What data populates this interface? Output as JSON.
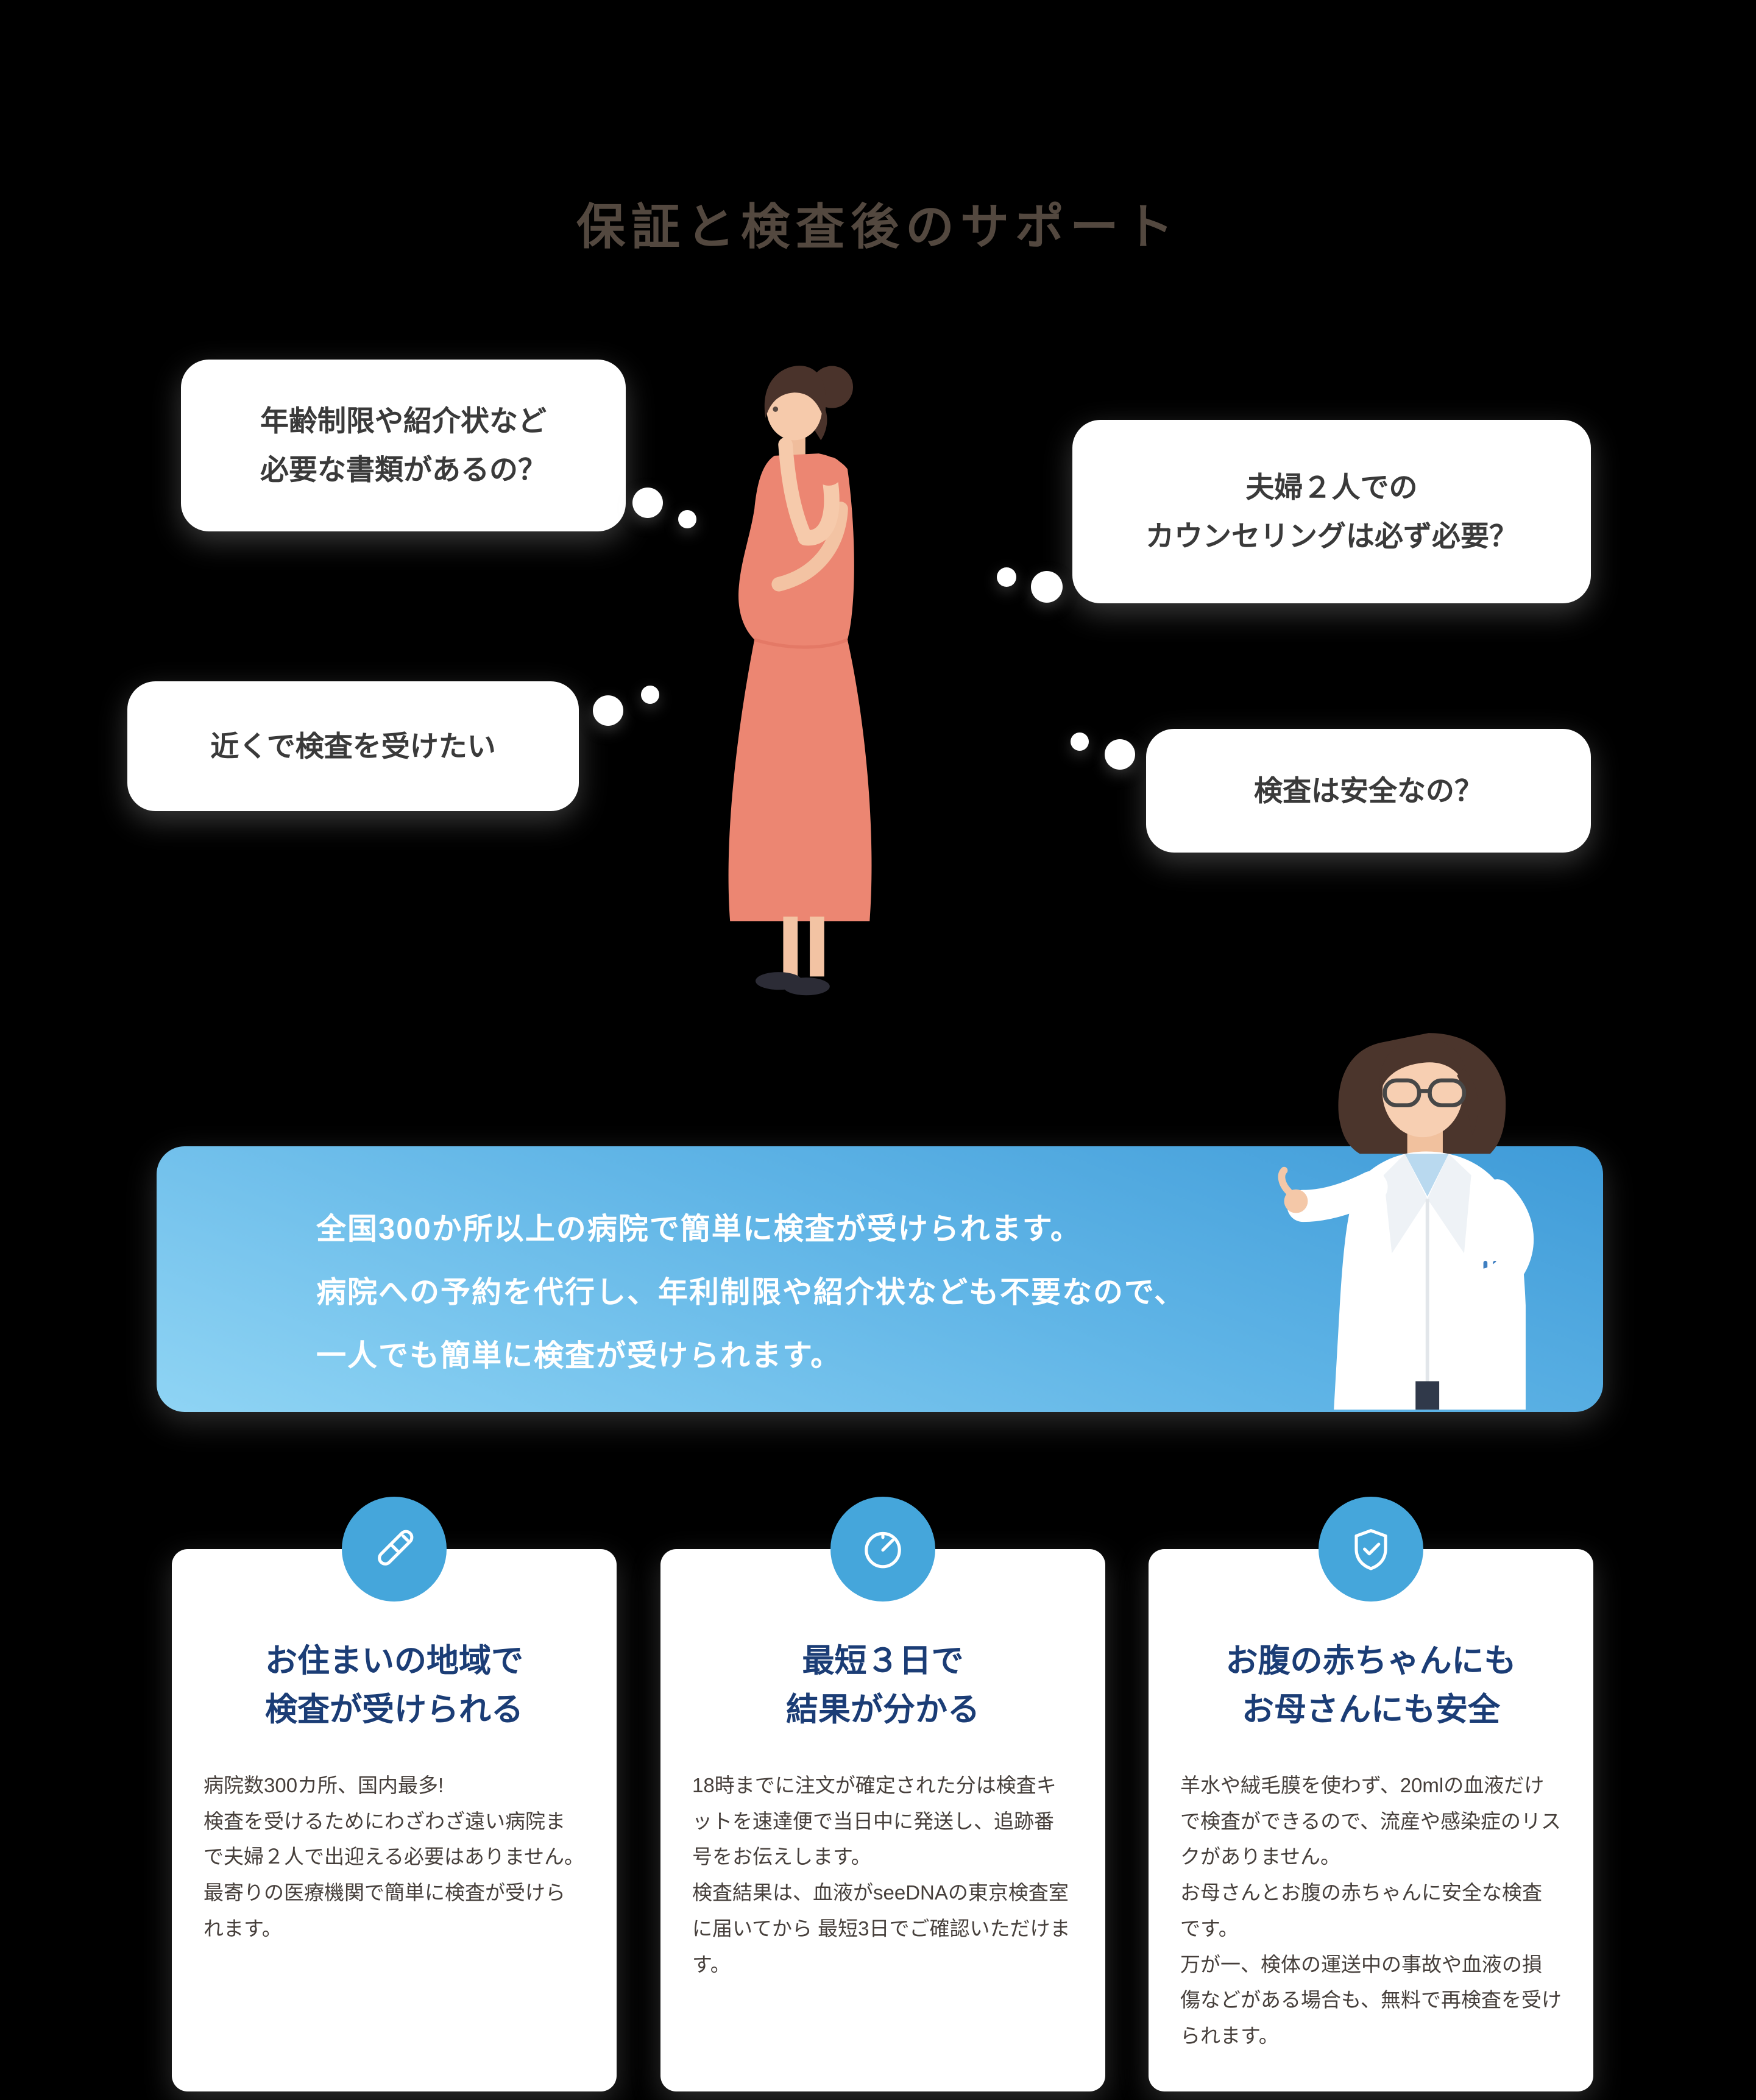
{
  "page": {
    "title": "保証と検査後のサポート"
  },
  "colors": {
    "background": "#000000",
    "title_text": "#53483f",
    "bubble_bg": "#ffffff",
    "bubble_text": "#3a3a3a",
    "banner_gradient_start": "#3f9bd8",
    "banner_gradient_end": "#8fd4f4",
    "banner_text": "#ffffff",
    "card_bg": "#ffffff",
    "card_title_text": "#1b3d76",
    "card_body_text": "#463f3b",
    "icon_circle": "#45a6db",
    "dress": "#ec8672",
    "hair": "#4a332b"
  },
  "bubbles": [
    {
      "id": "documents",
      "lines": [
        "年齢制限や紹介状など",
        "必要な書類があるの？"
      ]
    },
    {
      "id": "nearby",
      "lines": [
        "近くで検査を受けたい"
      ]
    },
    {
      "id": "couple",
      "lines": [
        "夫婦２人での",
        "カウンセリングは必ず必要？"
      ]
    },
    {
      "id": "safety",
      "lines": [
        "検査は安全なの？"
      ]
    }
  ],
  "banner": {
    "lines": [
      "全国300か所以上の病院で簡単に検査が受けられます。",
      "病院への予約を代行し、年利制限や紹介状なども不要なので、",
      "一人でも簡単に検査が受けられます。"
    ]
  },
  "cards": [
    {
      "icon": "test-tube-icon",
      "title_lines": [
        "お住まいの地域で",
        "検査が受けられる"
      ],
      "body_lines": [
        "病院数300カ所、国内最多!",
        "検査を受けるためにわざわざ遠い病院まで夫婦２人で出迎える必要はありません。",
        "最寄りの医療機関で簡単に検査が受けられます。"
      ]
    },
    {
      "icon": "gauge-icon",
      "title_lines": [
        "最短３日で",
        "結果が分かる"
      ],
      "body_lines": [
        "18時までに注文が確定された分は検査キットを速達便で当日中に発送し、追跡番号をお伝えします。",
        "検査結果は、血液がseeDNAの東京検査室に届いてから 最短3日でご確認いただけます。"
      ]
    },
    {
      "icon": "shield-check-icon",
      "title_lines": [
        "お腹の赤ちゃんにも",
        "お母さんにも安全"
      ],
      "body_lines": [
        "羊水や絨毛膜を使わず、20mlの血液だけで検査ができるので、流産や感染症のリスクがありません。",
        "お母さんとお腹の赤ちゃんに安全な検査です。",
        "万が一、検体の運送中の事故や血液の損傷などがある場合も、無料で再検査を受けられます。"
      ]
    }
  ]
}
